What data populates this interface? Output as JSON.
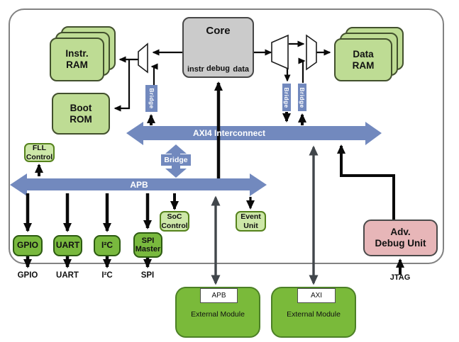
{
  "blocks": {
    "core_title": "Core",
    "port_instr": "instr",
    "port_data": "data",
    "port_debug": "debug",
    "instr_ram": "Instr.\nRAM",
    "boot_rom": "Boot\nROM",
    "data_ram": "Data\nRAM",
    "fll": "FLL\nControl",
    "soc_control": "SoC\nControl",
    "event_unit": "Event\nUnit",
    "adv_debug": "Adv.\nDebug Unit"
  },
  "buses": {
    "axi": "AXI4 Interconnect",
    "apb": "APB",
    "bridge": "Bridge"
  },
  "peripherals": [
    {
      "label": "GPIO",
      "pin": "GPIO"
    },
    {
      "label": "UART",
      "pin": "UART"
    },
    {
      "label": "I²C",
      "pin": "I²C"
    },
    {
      "label": "SPI\nMaster",
      "pin": "SPI"
    }
  ],
  "external_modules": [
    {
      "tab": "APB",
      "label": "External Module"
    },
    {
      "tab": "AXI",
      "label": "External Module"
    }
  ],
  "jtag_label": "JTAG",
  "colors": {
    "bus_blue": "#7289be",
    "ram_green": "#bedc94",
    "periph_green": "#79b93e",
    "pale_green": "#cde7a8",
    "module_green": "#7aba3a",
    "core_gray": "#cbcbcb",
    "debug_pink": "#e7b6b8"
  }
}
